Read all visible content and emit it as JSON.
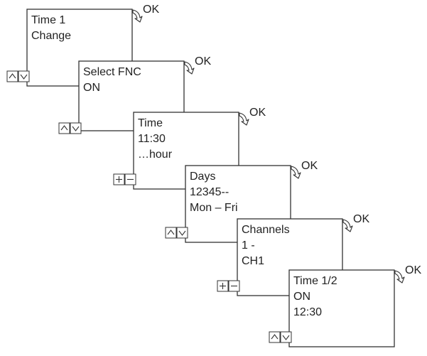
{
  "ok_label": "OK",
  "steps": [
    {
      "lines": [
        "Time 1",
        "Change"
      ],
      "keys": "up-down"
    },
    {
      "lines": [
        "Select FNC",
        "ON"
      ],
      "keys": "up-down"
    },
    {
      "lines": [
        "Time",
        "11:30",
        "…hour"
      ],
      "keys": "plus-minus"
    },
    {
      "lines": [
        "Days",
        "12345--",
        "Mon – Fri"
      ],
      "keys": "up-down"
    },
    {
      "lines": [
        "Channels",
        "1 -",
        "CH1"
      ],
      "keys": "plus-minus"
    },
    {
      "lines": [
        "Time 1/2",
        "ON",
        "12:30"
      ],
      "keys": "up-down"
    }
  ],
  "icons": {
    "ok": "curved-arrow-icon",
    "up": "up-arrow-key-icon",
    "down": "down-arrow-key-icon",
    "plus": "plus-key-icon",
    "minus": "minus-key-icon"
  },
  "colors": {
    "line": "#333333",
    "text": "#222222",
    "background": "#ffffff"
  }
}
